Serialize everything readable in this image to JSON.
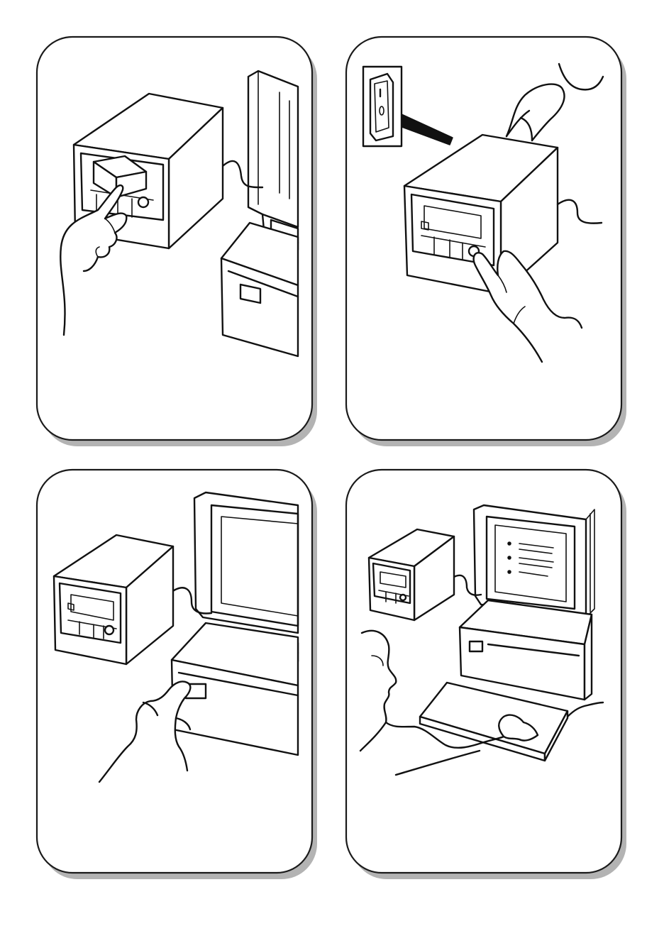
{
  "figure": {
    "panels": [
      {
        "id": 1,
        "icons": [
          "tape-cartridge-icon",
          "hand-icon",
          "external-drive-icon",
          "computer-icon"
        ]
      },
      {
        "id": 2,
        "icons": [
          "power-switch-icon",
          "hand-icon",
          "external-drive-icon"
        ]
      },
      {
        "id": 3,
        "icons": [
          "hand-icon",
          "external-drive-icon",
          "computer-icon",
          "monitor-icon"
        ]
      },
      {
        "id": 4,
        "icons": [
          "person-icon",
          "keyboard-icon",
          "external-drive-icon",
          "computer-icon",
          "monitor-icon"
        ]
      }
    ],
    "colors": {
      "line": "#111111",
      "panel_fill": "#ffffff",
      "shadow": "#b3b3b3"
    }
  }
}
